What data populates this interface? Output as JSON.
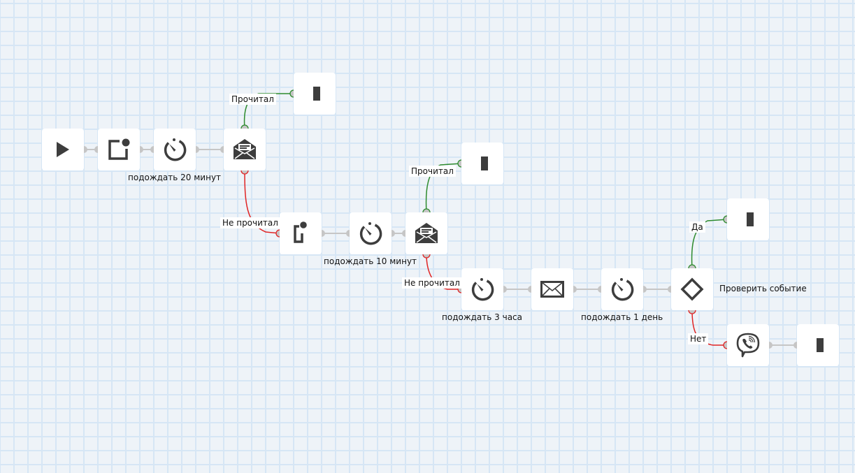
{
  "diagram": {
    "colors": {
      "node_icon": "#3d3d3d",
      "wire_default": "#c6c6c6",
      "wire_yes": "#2e8b2e",
      "wire_no": "#e02424",
      "background": "#eef3f8",
      "grid": "#d6e6f5"
    },
    "nodes": [
      {
        "id": "start",
        "icon": "play-icon"
      },
      {
        "id": "push1",
        "icon": "notification-icon"
      },
      {
        "id": "wait1",
        "icon": "timer-icon",
        "label": "подождать 20 минут"
      },
      {
        "id": "email1",
        "icon": "open-envelope-icon"
      },
      {
        "id": "end1",
        "icon": "end-icon"
      },
      {
        "id": "sms1",
        "icon": "mobile-notification-icon"
      },
      {
        "id": "wait2",
        "icon": "timer-icon",
        "label": "подождать 10 минут"
      },
      {
        "id": "email2",
        "icon": "open-envelope-icon"
      },
      {
        "id": "end2",
        "icon": "end-icon"
      },
      {
        "id": "wait3",
        "icon": "timer-icon",
        "label": "подождать 3 часа"
      },
      {
        "id": "mail",
        "icon": "envelope-icon"
      },
      {
        "id": "wait4",
        "icon": "timer-icon",
        "label": "подождать 1 день"
      },
      {
        "id": "check",
        "icon": "condition-diamond-icon",
        "label": "Проверить событие"
      },
      {
        "id": "end3",
        "icon": "end-icon"
      },
      {
        "id": "viber",
        "icon": "viber-icon"
      },
      {
        "id": "end4",
        "icon": "end-icon"
      }
    ],
    "edge_labels": {
      "read1": "Прочитал",
      "notread1": "Не прочитал",
      "read2": "Прочитал",
      "notread2": "Не прочитал",
      "yes": "Да",
      "no": "Нет"
    }
  }
}
